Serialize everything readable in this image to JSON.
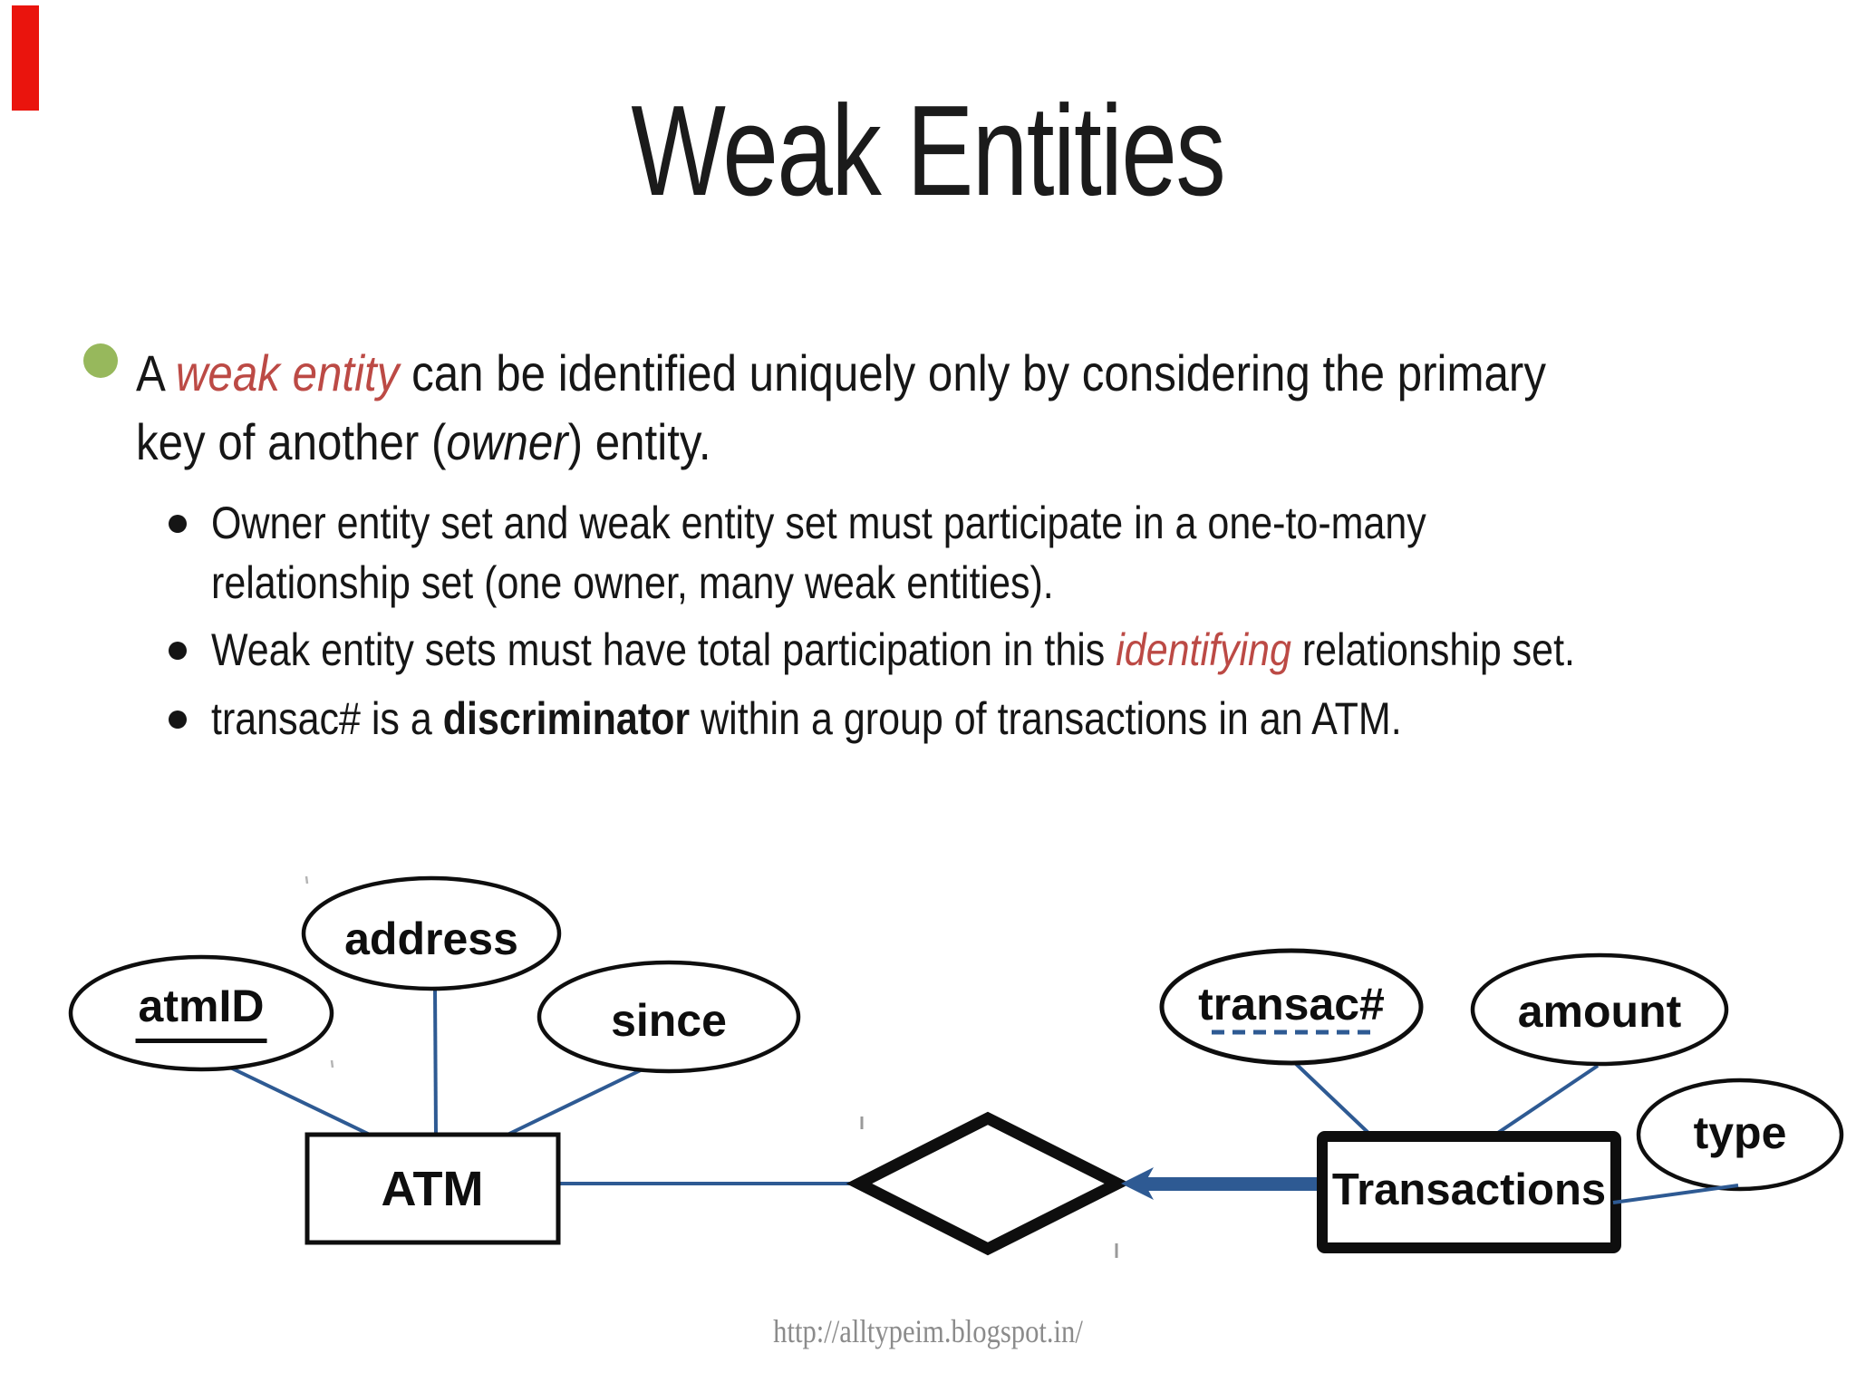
{
  "title": "Weak Entities",
  "bullet1": {
    "l1a": "A ",
    "l1b": "weak entity",
    "l1c": " can be identified uniquely only by considering the primary",
    "l2a": "key of another (",
    "l2b": "owner",
    "l2c": ") entity."
  },
  "sub1": {
    "l1": "Owner entity set and weak entity set must participate in a one-to-many",
    "l2": "relationship set (one owner, many weak entities)."
  },
  "sub2": {
    "a": "Weak entity sets must have total participation in this ",
    "b": "identifying",
    "c": " relationship set."
  },
  "sub3": {
    "a": "transac# is a ",
    "b": "discriminator",
    "c": " within a group of transactions in an ATM."
  },
  "diagram": {
    "entities": {
      "atm": "ATM",
      "transactions": "Transactions"
    },
    "attributes": {
      "atmid": "atmID",
      "address": "address",
      "since": "since",
      "transac": "transac#",
      "amount": "amount",
      "type": "type"
    }
  },
  "footer": {
    "url": "http://alltypeim.blogspot.in/"
  },
  "colors": {
    "accent_red": "#bc4a45",
    "bullet_green": "#97b85c",
    "line_blue": "#2e5a93",
    "corner_mark_red": "#ea140d",
    "footer_gray": "#8b8b8b"
  }
}
